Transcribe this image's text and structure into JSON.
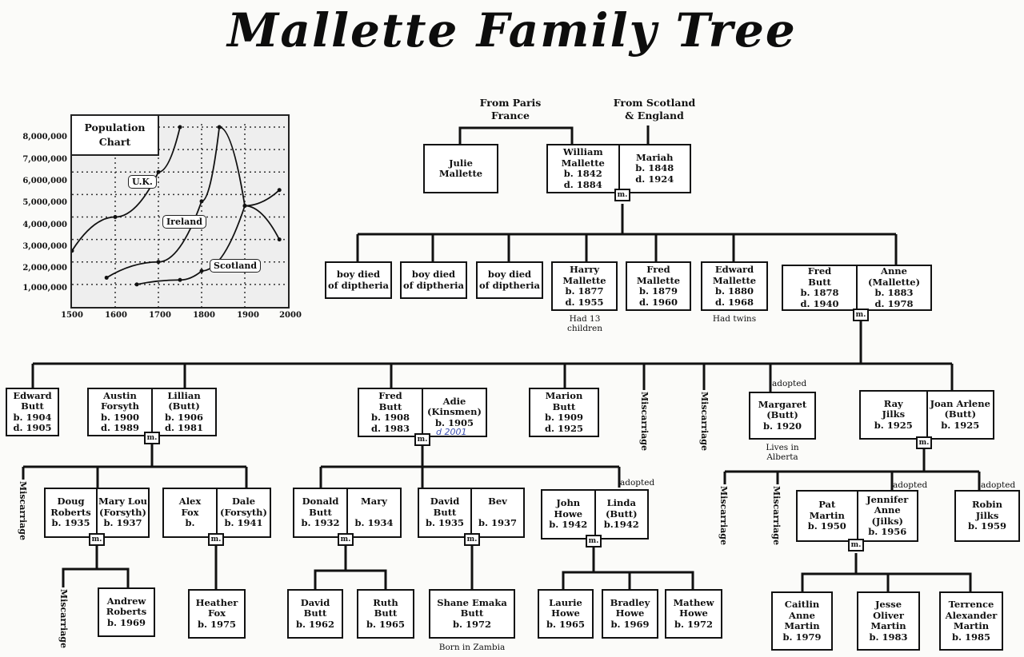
{
  "title": "Mallette Family Tree",
  "origins": {
    "paris": "From Paris\nFrance",
    "scotland": "From Scotland\n& England"
  },
  "marriage_mark": "m.",
  "gen1": {
    "julie": "Julie\nMallette",
    "william": "William\nMallette\nb. 1842\nd. 1884",
    "mariah": "Mariah\nb. 1848\nd. 1924"
  },
  "gen2": {
    "boy1": "boy died\nof diptheria",
    "boy2": "boy died\nof diptheria",
    "boy3": "boy died\nof diptheria",
    "harry": "Harry\nMallette\nb. 1877\nd. 1955",
    "harry_note": "Had 13\nchildren",
    "fred_m": "Fred\nMallette\nb. 1879\nd. 1960",
    "edward_m": "Edward\nMallette\nb. 1880\nd. 1968",
    "edward_note": "Had twins",
    "fred_b": "Fred\nButt\nb. 1878\nd. 1940",
    "anne": "Anne\n(Mallette)\nb. 1883\nd. 1978"
  },
  "gen3": {
    "edward_b": "Edward\nButt\nb. 1904\nd. 1905",
    "austin": "Austin\nForsyth\nb. 1900\nd. 1989",
    "lillian": "Lillian\n(Butt)\nb. 1906\nd. 1981",
    "fred_b2": "Fred\nButt\nb. 1908\nd. 1983",
    "adie": "Adie\n(Kinsmen)\nb. 1905",
    "adie_hw": "d 2001",
    "marion": "Marion\nButt\nb. 1909\nd. 1925",
    "miscarriage": "Miscarriage",
    "adopted": "adopted",
    "margaret": "Margaret\n(Butt)\nb. 1920",
    "margaret_note": "Lives in\nAlberta",
    "ray": "Ray\nJilks\nb. 1925",
    "joan": "Joan Arlene\n(Butt)\nb. 1925"
  },
  "gen4": {
    "doug": "Doug\nRoberts\nb. 1935",
    "marylou": "Mary Lou\n(Forsyth)\nb. 1937",
    "alex": "Alex\nFox\nb.",
    "dale": "Dale\n(Forsyth)\nb. 1941",
    "donald": "Donald\nButt\nb. 1932",
    "mary": "Mary\n\nb. 1934",
    "david": "David\nButt\nb. 1935",
    "bev": "Bev\n\nb. 1937",
    "john": "John\nHowe\nb. 1942",
    "linda": "Linda\n(Butt)\nb.1942",
    "pat": "Pat\nMartin\nb. 1950",
    "jennifer": "Jennifer Anne\n(Jilks)\nb. 1956",
    "robin": "Robin\nJilks\nb. 1959"
  },
  "gen5": {
    "andrew": "Andrew\nRoberts\nb. 1969",
    "heather": "Heather\nFox\nb. 1975",
    "david_b": "David\nButt\nb. 1962",
    "ruth": "Ruth\nButt\nb. 1965",
    "shane": "Shane Emaka\nButt\nb. 1972",
    "shane_note": "Born in Zambia",
    "laurie": "Laurie\nHowe\nb. 1965",
    "bradley": "Bradley\nHowe\nb. 1969",
    "mathew": "Mathew\nHowe\nb. 1972",
    "caitlin": "Caitlin\nAnne\nMartin\nb. 1979",
    "jesse": "Jesse\nOliver\nMartin\nb. 1983",
    "terrence": "Terrence\nAlexander\nMartin\nb. 1985"
  },
  "population_chart": {
    "title": "Population\nChart",
    "y_ticks": [
      "8,000,000",
      "7,000,000",
      "6,000,000",
      "5,000,000",
      "4,000,000",
      "3,000,000",
      "2,000,000",
      "1,000,000"
    ],
    "x_ticks": [
      "1500",
      "1600",
      "1700",
      "1800",
      "1900",
      "2000"
    ],
    "series_labels": {
      "uk": "U.K.",
      "ireland": "Ireland",
      "scotland": "Scotland"
    }
  },
  "chart_data": {
    "type": "line",
    "title": "Population Chart",
    "xlabel": "",
    "ylabel": "",
    "xlim": [
      1500,
      2000
    ],
    "ylim": [
      0,
      8500000
    ],
    "grid": true,
    "series": [
      {
        "name": "U.K.",
        "x": [
          1500,
          1600,
          1700,
          1750
        ],
        "y": [
          2500000,
          4000000,
          6000000,
          8000000
        ]
      },
      {
        "name": "Ireland",
        "x": [
          1580,
          1700,
          1800,
          1841,
          1900,
          1980
        ],
        "y": [
          1300000,
          2000000,
          4700000,
          8000000,
          4500000,
          3000000
        ]
      },
      {
        "name": "Scotland",
        "x": [
          1650,
          1750,
          1800,
          1900,
          1980
        ],
        "y": [
          1000000,
          1200000,
          1600000,
          4500000,
          5200000
        ]
      }
    ]
  }
}
